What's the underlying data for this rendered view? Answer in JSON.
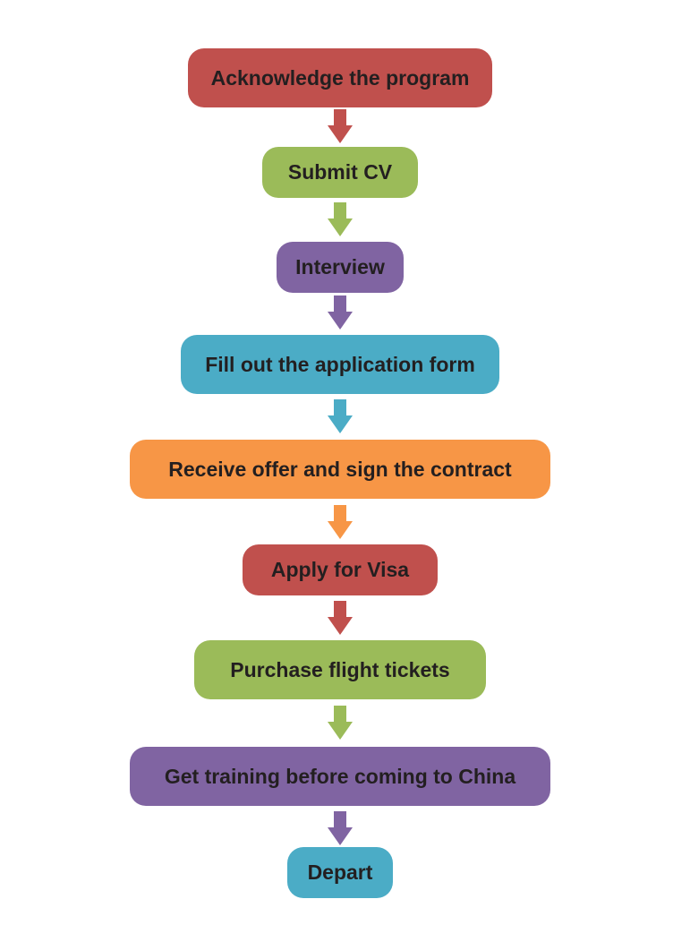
{
  "flowchart": {
    "steps": [
      {
        "label": "Acknowledge  the  program",
        "color": "#c0504d"
      },
      {
        "label": "Submit CV",
        "color": "#9bbb59"
      },
      {
        "label": "Interview",
        "color": "#8064a2"
      },
      {
        "label": "Fill out the application form",
        "color": "#4bacc6"
      },
      {
        "label": "Receive offer and sign the contract",
        "color": "#f79646"
      },
      {
        "label": "Apply for Visa",
        "color": "#c0504d"
      },
      {
        "label": "Purchase flight tickets",
        "color": "#9bbb59"
      },
      {
        "label": "Get training before coming to China",
        "color": "#8064a2"
      },
      {
        "label": "Depart",
        "color": "#4bacc6"
      }
    ],
    "arrow_colors": [
      "#c0504d",
      "#9bbb59",
      "#8064a2",
      "#4bacc6",
      "#f79646",
      "#c0504d",
      "#9bbb59",
      "#8064a2"
    ]
  }
}
